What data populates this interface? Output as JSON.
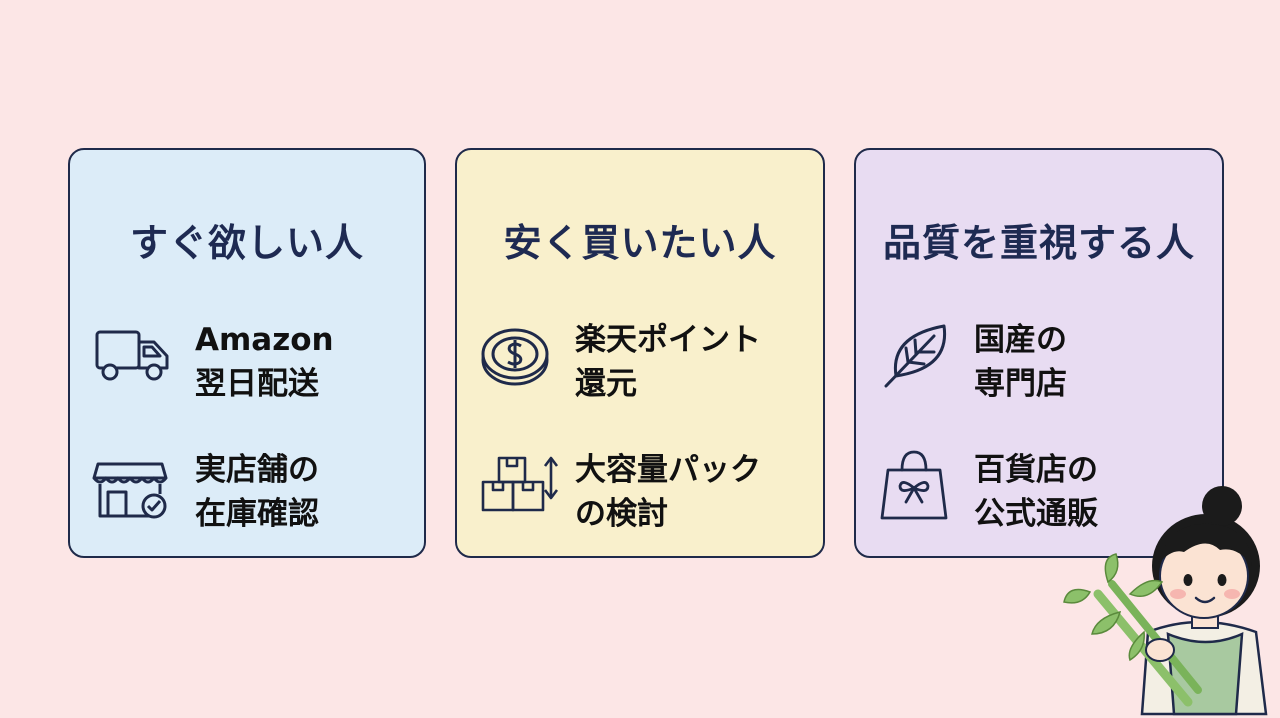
{
  "cards": [
    {
      "title": "すぐ欲しい人",
      "items": [
        {
          "icon": "truck-icon",
          "line1": "Amazon",
          "line2": "翌日配送"
        },
        {
          "icon": "store-check-icon",
          "line1": "実店舗の",
          "line2": "在庫確認"
        }
      ]
    },
    {
      "title": "安く買いたい人",
      "items": [
        {
          "icon": "coin-icon",
          "line1": "楽天ポイント",
          "line2": "還元"
        },
        {
          "icon": "boxes-icon",
          "line1": "大容量パック",
          "line2": "の検討"
        }
      ]
    },
    {
      "title": "品質を重視する人",
      "items": [
        {
          "icon": "leaf-icon",
          "line1": "国産の",
          "line2": "専門店"
        },
        {
          "icon": "gift-bag-icon",
          "line1": "百貨店の",
          "line2": "公式通販"
        }
      ]
    }
  ],
  "colors": {
    "background": "#fce6e6",
    "card1": "#dcecf8",
    "card2": "#f9f0cc",
    "card3": "#e8dcf2",
    "border": "#1f2a4a",
    "title": "#1e2a52"
  },
  "decor": {
    "character": "woman-holding-bamboo-illustration"
  }
}
